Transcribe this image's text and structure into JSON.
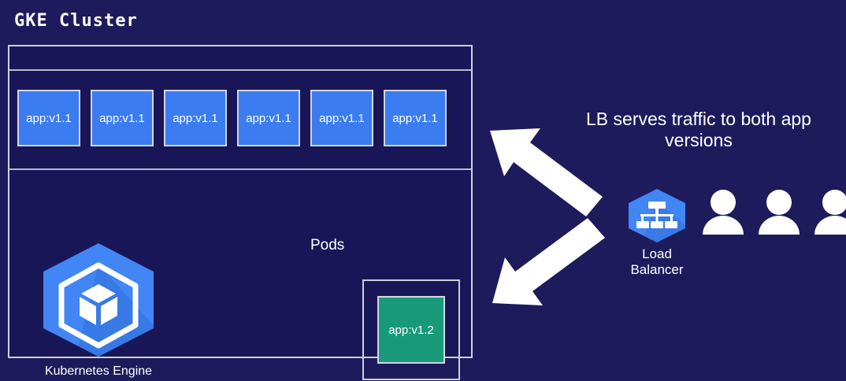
{
  "title": "GKE Cluster",
  "colors": {
    "background": "#1e1b5c",
    "cluster_fill": "#191657",
    "border": "#cfcfe0",
    "pod_v1_1": "#3b7df1",
    "pod_v1_2": "#17997a",
    "gcp_blue": "#4285f4",
    "arrow": "#ffffff",
    "text": "#ffffff"
  },
  "cluster": {
    "pods_label": "Pods",
    "pods_v1_1": [
      {
        "label": "app:v1.1"
      },
      {
        "label": "app:v1.1"
      },
      {
        "label": "app:v1.1"
      },
      {
        "label": "app:v1.1"
      },
      {
        "label": "app:v1.1"
      },
      {
        "label": "app:v1.1"
      }
    ],
    "pod_v1_2": {
      "label": "app:v1.2"
    },
    "engine": {
      "label": "Kubernetes Engine",
      "icon": "kubernetes-engine-icon"
    }
  },
  "caption": {
    "line1": "LB serves traffic to both app",
    "line2": "versions"
  },
  "load_balancer": {
    "label_line1": "Load",
    "label_line2": "Balancer",
    "icon": "load-balancer-hierarchy-icon"
  },
  "users": [
    {
      "icon": "user-icon"
    },
    {
      "icon": "user-icon"
    },
    {
      "icon": "user-icon"
    }
  ],
  "arrows": [
    {
      "name": "arrow-lb-to-pods-v1-1",
      "direction": "up-left"
    },
    {
      "name": "arrow-lb-to-pod-v1-2",
      "direction": "down-left"
    }
  ]
}
